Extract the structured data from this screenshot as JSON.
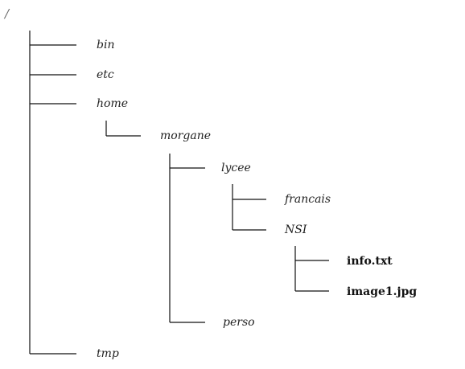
{
  "tree": {
    "root": "/",
    "top_level": [
      "bin",
      "etc",
      "home",
      "tmp"
    ],
    "home_children": [
      "morgane"
    ],
    "morgane_children": [
      "lycee",
      "perso"
    ],
    "lycee_children": [
      "francais",
      "NSI"
    ],
    "nsi_children": [
      "info.txt",
      "image1.jpg"
    ]
  }
}
